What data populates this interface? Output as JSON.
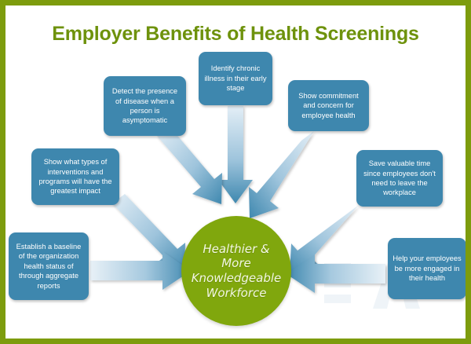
{
  "page": {
    "title": "Employer Benefits of Health Screenings",
    "border_color": "#7d9c0d",
    "background_color": "#ffffff",
    "title_color": "#6e920c"
  },
  "center": {
    "label": "Healthier &\nMore\nKnowledgeable\nWorkforce",
    "fill_color": "#80a70d",
    "text_color": "#f2f7e2"
  },
  "boxes": [
    {
      "id": "chronic",
      "label": "Identify chronic illness in their early stage"
    },
    {
      "id": "detect",
      "label": "Detect the presence of disease when a person is asymptomatic"
    },
    {
      "id": "commitment",
      "label": "Show commitment and concern for employee health"
    },
    {
      "id": "interventions",
      "label": "Show what types of interventions and programs will have the greatest impact"
    },
    {
      "id": "savetime",
      "label": "Save valuable time since employees don't need to leave the workplace"
    },
    {
      "id": "baseline",
      "label": "Establish a baseline of the organization health status of through aggregate reports"
    },
    {
      "id": "engaged",
      "label": "Help your employees be more engaged in their health"
    }
  ],
  "style": {
    "box_fill": "#3e87ae",
    "arrow_light": "#dbe9f2",
    "arrow_dark": "#3e87ae"
  }
}
